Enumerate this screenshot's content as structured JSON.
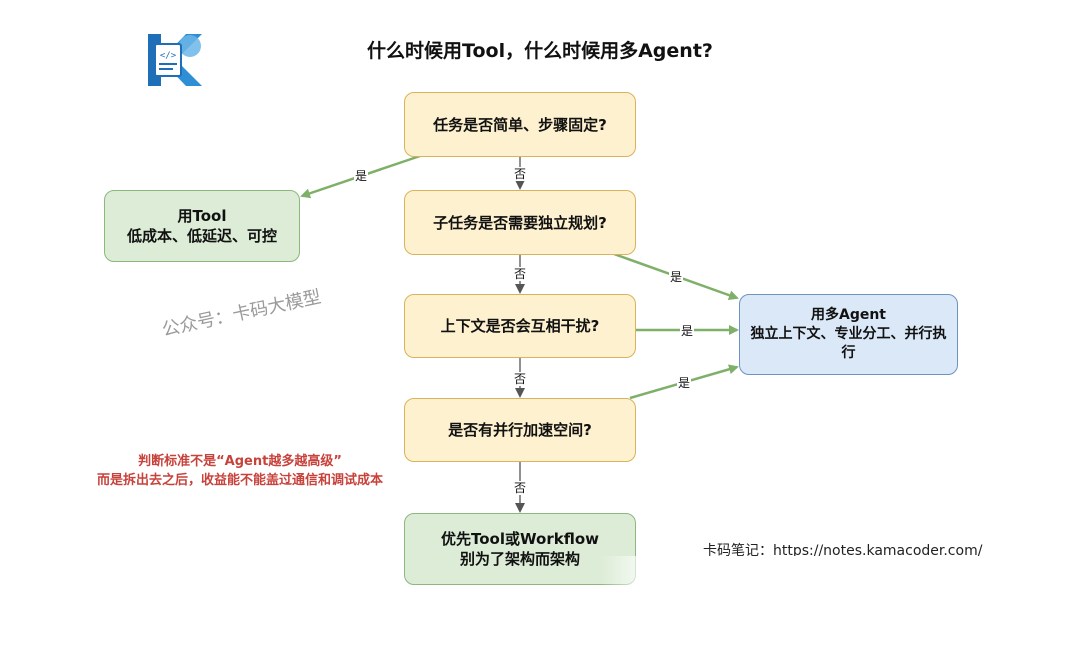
{
  "title": "什么时候用Tool，什么时候用多Agent?",
  "colors": {
    "question_fill": "#fef1cf",
    "green_fill": "#dcecd6",
    "blue_fill": "#dae8f7",
    "arrow_green": "#7fb069",
    "arrow_gray": "#555555",
    "note_red": "#c8423c"
  },
  "nodes": {
    "q1": "任务是否简单、步骤固定?",
    "q2": "子任务是否需要独立规划?",
    "q3": "上下文是否会互相干扰?",
    "q4": "是否有并行加速空间?",
    "tool": {
      "line1": "用Tool",
      "line2": "低成本、低延迟、可控"
    },
    "agent": {
      "line1": "用多Agent",
      "line2": "独立上下文、专业分工、并行执",
      "line3": "行"
    },
    "workflow": {
      "line1": "优先Tool或Workflow",
      "line2": "别为了架构而架构"
    }
  },
  "edge_labels": {
    "q1_tool": "是",
    "q1_q2": "否",
    "q2_agent": "是",
    "q2_q3": "否",
    "q3_agent": "是",
    "q3_q4": "否",
    "q4_agent": "是",
    "q4_workflow": "否"
  },
  "watermark": "公众号：卡码大模型",
  "note": {
    "line1": "判断标准不是“Agent越多越高级”",
    "line2": "而是拆出去之后，收益能不能盖过通信和调试成本"
  },
  "footer": "卡码笔记：https://notes.kamacoder.com/",
  "logo_icon": "kamacoder-logo-icon"
}
